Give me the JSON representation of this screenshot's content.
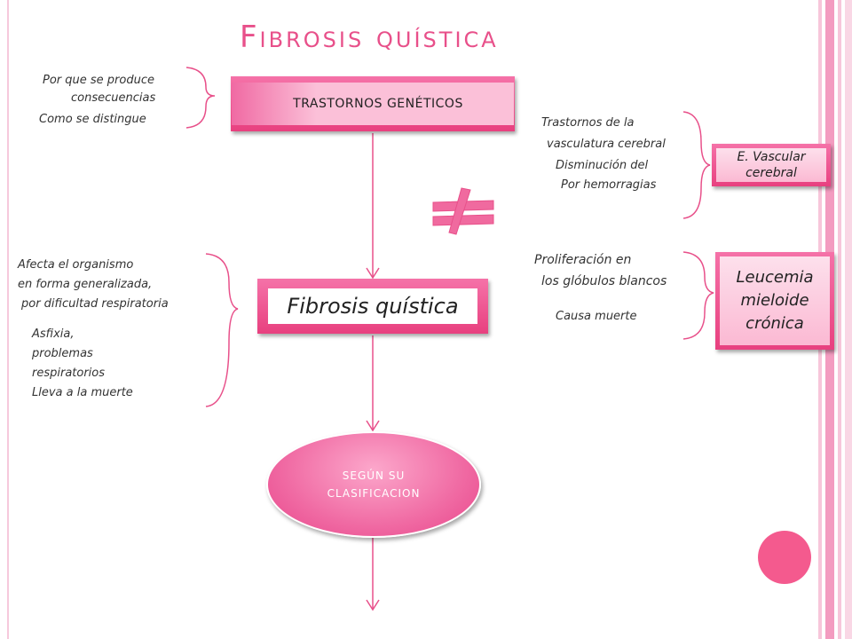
{
  "title": "Fibrosis quística",
  "left_top_notes": [
    "Por que se produce",
    "consecuencias",
    "Como se distingue"
  ],
  "box_trastornos": "TRASTORNOS GENÉTICOS",
  "not_equal_symbol": "≠",
  "right_top_notes": [
    "Trastornos de la",
    "vasculatura cerebral",
    "Disminución del",
    "Por hemorragias"
  ],
  "box_vascular": "E. Vascular cerebral",
  "left_mid_notes": [
    "Afecta el organismo",
    "en forma generalizada,",
    "por dificultad respiratoria"
  ],
  "left_low_notes": [
    "Asfixia,",
    "problemas",
    "respiratorios",
    "Lleva a la muerte"
  ],
  "box_fibrosis": "Fibrosis quística",
  "right_mid_notes": [
    "Proliferación en",
    "los glóbulos blancos",
    "Causa muerte"
  ],
  "box_leucemia": "Leucemia mieloide crónica",
  "ellipse_label": "SEGÚN SU CLASIFICACION",
  "colors": {
    "accent": "#e8508a",
    "box_border": "#ec4e8b",
    "box_fill": "#fbc7dc",
    "dot": "#f45a8e"
  }
}
